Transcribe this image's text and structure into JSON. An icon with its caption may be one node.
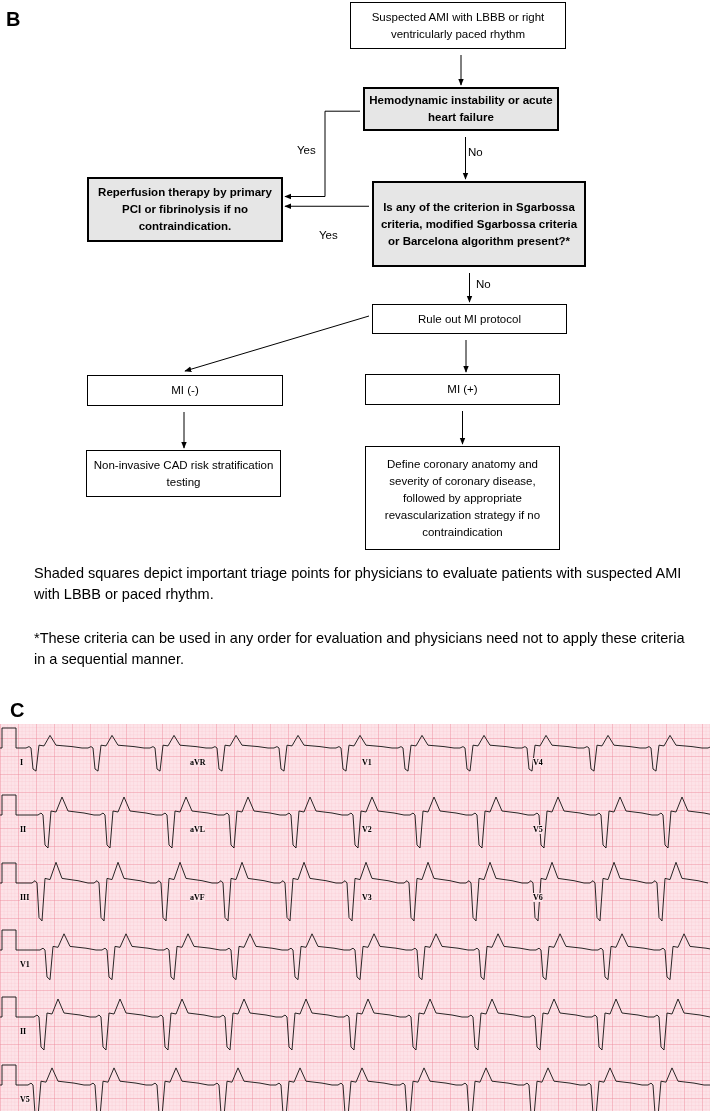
{
  "diagram": {
    "nodes": [
      {
        "text": [
          "Suspected AMI with LBBB or right ventricularly paced rhythm"
        ]
      },
      {
        "text": [
          "Hemodynamic instability or acute heart failure"
        ]
      },
      {
        "text": [
          "Reperfusion therapy by primary PCI or fibrinolysis if no contraindication."
        ]
      },
      {
        "text": [
          "Is any of the criterion in Sgarbossa criteria, modified Sgarbossa criteria or Barcelona algorithm present?*"
        ]
      },
      {
        "text": [
          "Rule out MI protocol"
        ]
      },
      {
        "text": [
          "MI (-)"
        ]
      },
      {
        "text": [
          "MI (+)"
        ]
      },
      {
        "text": [
          "Non-invasive CAD risk stratification testing"
        ]
      },
      {
        "text": [
          "Define coronary anatomy and severity of coronary disease, followed by appropriate revascularization strategy if no contraindication"
        ]
      }
    ],
    "edges": [
      {
        "from": 0,
        "to": 1,
        "arrow": "to"
      },
      {
        "from": 1,
        "to": 2,
        "arrow": "to",
        "label": "Yes"
      },
      {
        "from": 1,
        "to": 3,
        "arrow": "to",
        "label": "No"
      },
      {
        "from": 3,
        "to": 2,
        "arrow": "to",
        "label": "Yes"
      },
      {
        "from": 3,
        "to": 4,
        "arrow": "to",
        "label": "No"
      },
      {
        "from": 4,
        "to": 5,
        "arrow": "to"
      },
      {
        "from": 4,
        "to": 6,
        "arrow": "to"
      },
      {
        "from": 5,
        "to": 7,
        "arrow": "to"
      },
      {
        "from": 6,
        "to": 8,
        "arrow": "to"
      }
    ],
    "labels": [
      "B",
      "Shaded squares depict important triage points for physicians to evaluate patients with suspected AMI with LBBB or paced rhythm.",
      "*These criteria can be used in any order for evaluation and physicians need not to apply these criteria in a sequential manner.",
      "C",
      "I",
      "aVR",
      "V1",
      "V4",
      "II",
      "aVL",
      "V2",
      "V5",
      "III",
      "aVF",
      "V3",
      "V6",
      "V1",
      "II",
      "V5"
    ]
  }
}
